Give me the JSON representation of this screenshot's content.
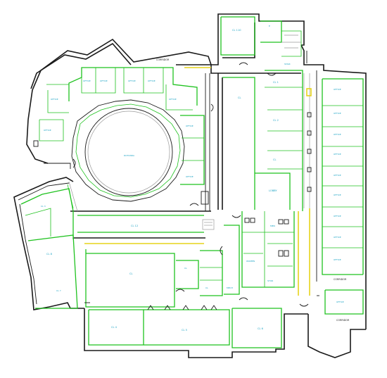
{
  "colors": {
    "wall": "#1a1a1a",
    "partition": "#1fc21f",
    "corridor_line": "#e6d31a",
    "label": "#1aa3c4"
  },
  "labels": {
    "rotunda": "ROTUNDA",
    "classroom_top": "CL 110",
    "room_b": "E",
    "room_c1": "CL 1",
    "room_c2": "CL 2",
    "classroom_left": "CL 8",
    "room_cl": "CL",
    "room_west": "CL 3",
    "room_west2": "CL 7",
    "corridor_main": "CL 12",
    "room_s1": "CL 4",
    "room_s2": "CL 5",
    "room_s3": "CL 6",
    "room_mid": "CL",
    "room_small_a": "CL",
    "room_small_b": "CL",
    "lobby": "LOBBY",
    "office_right_1": "OFFICE",
    "office_right_2": "OFFICE",
    "office_right_3": "OFFICE",
    "office_right_4": "OFFICE",
    "office_right_5": "OFFICE",
    "office_right_6": "OFFICE",
    "office_right_7": "OFFICE",
    "office_right_8": "OFFICE",
    "office_right_9": "OFFICE",
    "office_bottom_right": "OFFICE",
    "office_north_1": "OFFICE",
    "office_north_2": "OFFICE",
    "office_north_3": "OFFICE",
    "office_north_4": "OFFICE",
    "office_west_1": "OFFICE",
    "office_west_2": "OFFICE",
    "office_east_1": "OFFICE",
    "office_east_2": "OFFICE",
    "office_east_3": "OFFICE",
    "mech": "MECH",
    "restroom_m": "MEN",
    "restroom_w": "WOMEN",
    "storage": "STOR",
    "corridor_n": "CORRIDOR",
    "corridor_e": "CORRIDOR",
    "stair_n": "STAIR",
    "corridor_se": "CORRIDOR"
  }
}
